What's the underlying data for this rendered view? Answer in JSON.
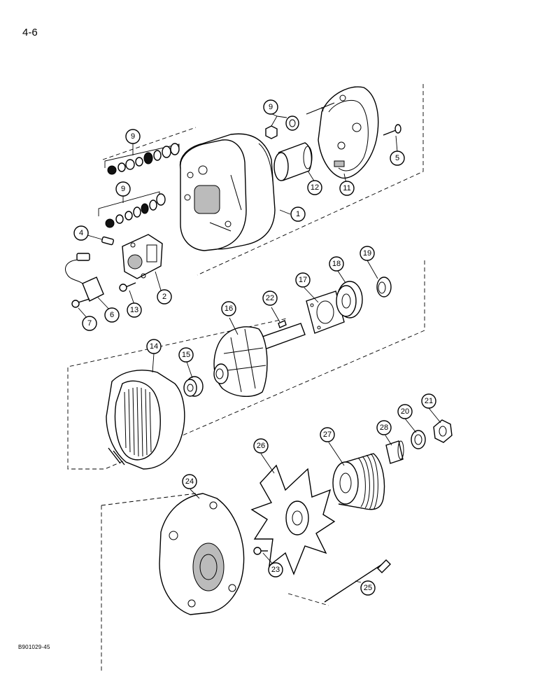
{
  "page_number": "4-6",
  "figure_code": "B901029-45",
  "callouts": [
    "1",
    "2",
    "4",
    "5",
    "6",
    "7",
    "9",
    "9",
    "9",
    "11",
    "12",
    "13",
    "14",
    "15",
    "16",
    "17",
    "18",
    "19",
    "20",
    "21",
    "22",
    "23",
    "24",
    "25",
    "26",
    "27",
    "28"
  ]
}
